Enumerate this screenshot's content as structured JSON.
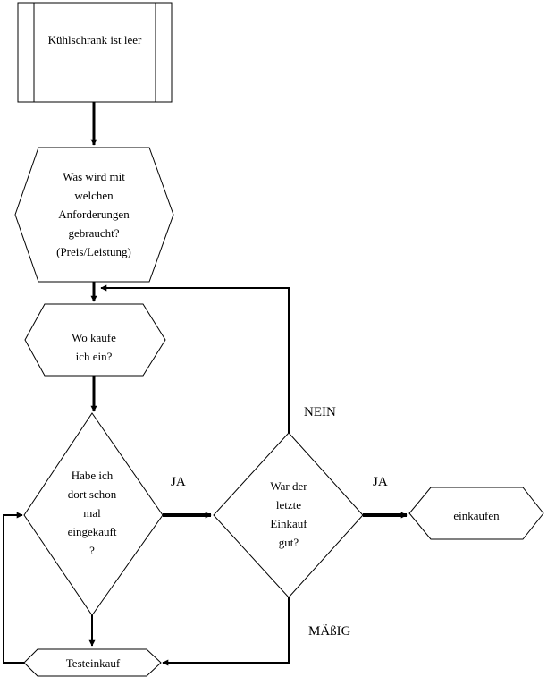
{
  "nodes": {
    "start": {
      "label": "Kühlschrank ist leer",
      "shape": "predefined-process"
    },
    "requirements": {
      "label": "Was wird mit\nwelchen\nAnforderungen\ngebraucht?\n(Preis/Leistung)",
      "shape": "hexagon"
    },
    "where": {
      "label": "Wo kaufe\nich ein?",
      "shape": "hexagon"
    },
    "bought_before": {
      "label": "Habe ich\ndort schon\nmal\neingekauft\n?",
      "shape": "diamond"
    },
    "last_purchase": {
      "label": "War der\nletzte\nEinkauf\ngut?",
      "shape": "diamond"
    },
    "shop": {
      "label": "einkaufen",
      "shape": "hexagon"
    },
    "test_purchase": {
      "label": "Testeinkauf",
      "shape": "hexagon"
    }
  },
  "edge_labels": {
    "ja_left": "JA",
    "ja_right": "JA",
    "nein": "NEIN",
    "massig": "MÄßIG"
  },
  "colors": {
    "line": "#000000",
    "background": "#ffffff"
  }
}
